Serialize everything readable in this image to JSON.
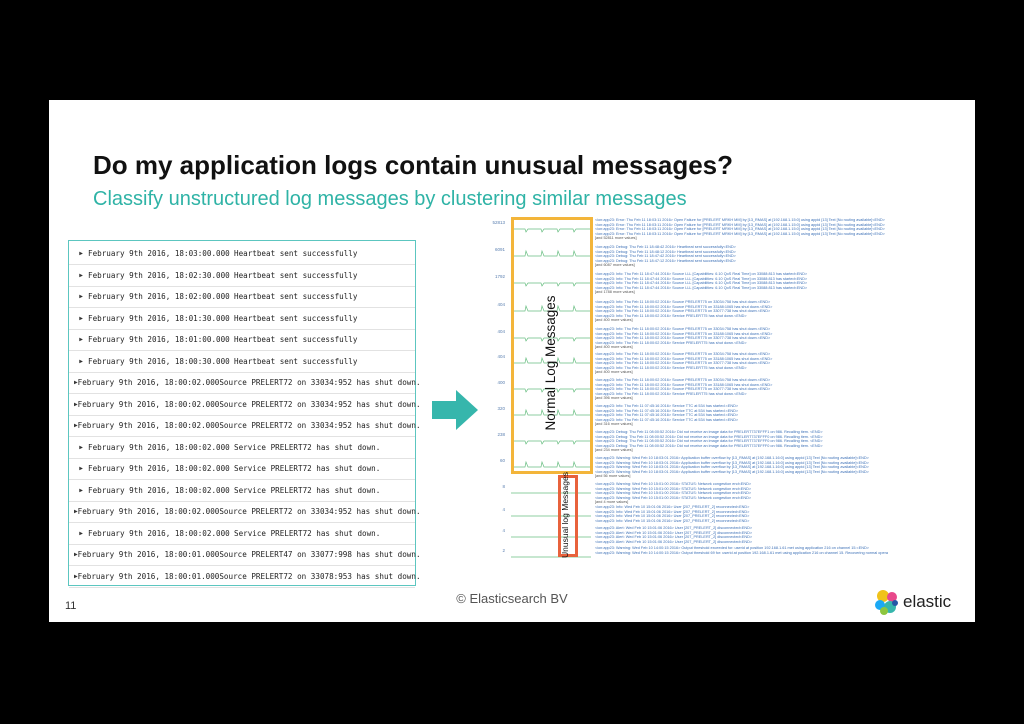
{
  "title": "Do my application logs contain unusual messages?",
  "subtitle": "Classify unstructured log messages by clustering similar messages",
  "logs": [
    {
      "ts": "February 9th 2016, 18:03:00.000",
      "msg": "Heartbeat sent successfully"
    },
    {
      "ts": "February 9th 2016, 18:02:30.000",
      "msg": "Heartbeat sent successfully"
    },
    {
      "ts": "February 9th 2016, 18:02:00.000",
      "msg": "Heartbeat sent successfully"
    },
    {
      "ts": "February 9th 2016, 18:01:30.000",
      "msg": "Heartbeat sent successfully"
    },
    {
      "ts": "February 9th 2016, 18:01:00.000",
      "msg": "Heartbeat sent successfully"
    },
    {
      "ts": "February 9th 2016, 18:00:30.000",
      "msg": "Heartbeat sent successfully"
    },
    {
      "ts": "February 9th 2016, 18:00:02.000",
      "msg": "Source PRELERT72 on 33034:952 has shut down."
    },
    {
      "ts": "February 9th 2016, 18:00:02.000",
      "msg": "Source PRELERT72 on 33034:952 has shut down."
    },
    {
      "ts": "February 9th 2016, 18:00:02.000",
      "msg": "Source PRELERT72 on 33034:952 has shut down."
    },
    {
      "ts": "February 9th 2016, 18:00:02.000",
      "msg": "Service PRELERT72 has shut down."
    },
    {
      "ts": "February 9th 2016, 18:00:02.000",
      "msg": "Service PRELERT72 has shut down."
    },
    {
      "ts": "February 9th 2016, 18:00:02.000",
      "msg": "Service PRELERT72 has shut down."
    },
    {
      "ts": "February 9th 2016, 18:00:02.000",
      "msg": "Source PRELERT72 on 33034:952 has shut down."
    },
    {
      "ts": "February 9th 2016, 18:00:02.000",
      "msg": "Service PRELERT72 has shut down."
    },
    {
      "ts": "February 9th 2016, 18:00:01.000",
      "msg": "Source PRELERT47 on 33077:998 has shut down."
    },
    {
      "ts": "February 9th 2016, 18:00:01.000",
      "msg": "Source PRELERT72 on 33078:953 has shut down."
    }
  ],
  "labels": {
    "normal": "Normal Log Messages",
    "unusual": "Unusual log Messages"
  },
  "clusters": [
    {
      "count": "52813",
      "lines": [
        "<ion:app23: Error: Thu Feb 11 18:03:11 2016> Open Failure for [PRELERT MRKH MM] by [13_RMAS] at [192.168.1.15:0] using appid [13] Text [No routing available]<END>",
        "<ion:app23: Error: Thu Feb 11 18:03:11 2016> Open Failure for [PRELERT MRKH MM] by [13_RMAS] at [192.168.1.15:0] using appid [13] Text [No routing available]<END>",
        "<ion:app23: Error: Thu Feb 11 18:03:11 2016> Open Failure for [PRELERT MRKH MM] by [13_RMAS] at [192.168.1.15:0] using appid [13] Text [No routing available]<END>",
        "<ion:app23: Error: Thu Feb 11 18:03:11 2016> Open Failure for [PRELERT MRKH MM] by [13_RMAS] at [192.168.1.15:0] using appid [13] Text [No routing available]<END>"
      ],
      "more": "[and 52811 more values]"
    },
    {
      "count": "6091",
      "lines": [
        "<ion:app23: Debug: Thu Feb 11 18:48:42 2016> Heartbeat sent successfully<END>",
        "<ion:app23: Debug: Thu Feb 11 18:48:12 2016> Heartbeat sent successfully<END>",
        "<ion:app23: Debug: Thu Feb 11 18:47:42 2016> Heartbeat sent successfully<END>",
        "<ion:app23: Debug: Thu Feb 11 18:47:12 2016> Heartbeat sent successfully<END>"
      ],
      "more": "[and 6087 more values]"
    },
    {
      "count": "1792",
      "lines": [
        "<ion:app23: Info: Thu Feb 11 18:47:44 2016> Source LLL [Capabilities: 6.10 QoS Real Time] on 33088:813 has started<END>",
        "<ion:app23: Info: Thu Feb 11 18:47:44 2016> Source LLL [Capabilities: 6.10 QoS Real Time] on 33088:813 has started<END>",
        "<ion:app23: Info: Thu Feb 11 18:47:44 2016> Source LLL [Capabilities: 6.10 QoS Real Time] on 33088:813 has started<END>",
        "<ion:app23: Info: Thu Feb 11 18:47:44 2016> Source LLL [Capabilities: 6.10 QoS Real Time] on 33088:813 has started<END>"
      ],
      "more": "[and 1788 more values]"
    },
    {
      "count": "404",
      "lines": [
        "<ion:app23: Info: Thu Feb 11 18:00:02 2016> Source PRELERT75 on 33034:758 has shut down.<END>",
        "<ion:app23: Info: Thu Feb 11 18:00:02 2016> Source PRELERT75 on 33188:1065 has shut down.<END>",
        "<ion:app23: Info: Thu Feb 11 18:00:02 2016> Source PRELERT75 on 33077:738 has shut down.<END>",
        "<ion:app23: Info: Thu Feb 11 18:00:02 2016> Service PRELERT75 has shut down.<END>"
      ],
      "more": "[and 400 more values]"
    },
    {
      "count": "404",
      "lines": [
        "<ion:app23: Info: Thu Feb 11 18:00:02 2016> Source PRELERT75 on 33034:758 has shut down.<END>",
        "<ion:app23: Info: Thu Feb 11 18:00:02 2016> Source PRELERT75 on 33188:1065 has shut down.<END>",
        "<ion:app23: Info: Thu Feb 11 18:00:02 2016> Source PRELERT75 on 33077:738 has shut down.<END>",
        "<ion:app23: Info: Thu Feb 11 18:00:02 2016> Service PRELERT75 has shut down.<END>"
      ],
      "more": "[and 400 more values]"
    },
    {
      "count": "404",
      "lines": [
        "<ion:app23: Info: Thu Feb 11 18:00:02 2016> Source PRELERT75 on 33034:758 has shut down.<END>",
        "<ion:app23: Info: Thu Feb 11 18:00:02 2016> Source PRELERT75 on 33188:1065 has shut down.<END>",
        "<ion:app23: Info: Thu Feb 11 18:00:02 2016> Source PRELERT75 on 33077:738 has shut down.<END>",
        "<ion:app23: Info: Thu Feb 11 18:00:02 2016> Service PRELERT75 has shut down.<END>"
      ],
      "more": "[and 400 more values]"
    },
    {
      "count": "400",
      "lines": [
        "<ion:app23: Info: Thu Feb 11 18:00:02 2016> Source PRELERT75 on 33034:758 has shut down.<END>",
        "<ion:app23: Info: Thu Feb 11 18:00:02 2016> Source PRELERT75 on 33188:1065 has shut down.<END>",
        "<ion:app23: Info: Thu Feb 11 18:00:02 2016> Source PRELERT75 on 33077:738 has shut down.<END>",
        "<ion:app23: Info: Thu Feb 11 18:00:02 2016> Service PRELERT75 has shut down.<END>"
      ],
      "more": "[and 396 more values]"
    },
    {
      "count": "320",
      "lines": [
        "<ion:app23: Info: Thu Feb 11 07:45:16 2016> Service TTC at 534 has started.<END>",
        "<ion:app23: Info: Thu Feb 11 07:45:16 2016> Service TTC at 534 has started.<END>",
        "<ion:app23: Info: Thu Feb 11 07:45:16 2016> Service TTC at 534 has started.<END>",
        "<ion:app23: Info: Thu Feb 11 07:45:16 2016> Service TTC at 534 has started.<END>"
      ],
      "more": "[and 316 more values]"
    },
    {
      "count": "238",
      "lines": [
        "<ion:app23: Debug: Thu Feb 11 08:00:52 2016> Did not receive an image data for PRELERT737EFFF1 on 986. Recalling item. <END>",
        "<ion:app23: Debug: Thu Feb 11 08:00:52 2016> Did not receive an image data for PRELERT737EFFF0 on 986. Recalling item. <END>",
        "<ion:app23: Debug: Thu Feb 11 08:00:52 2016> Did not receive an image data for PRELERT737EFFF0 on 986. Recalling item. <END>",
        "<ion:app23: Debug: Thu Feb 11 08:00:52 2016> Did not receive an image data for PRELERT737EFFF0 on 986. Recalling item. <END>"
      ],
      "more": "[and 234 more values]"
    },
    {
      "count": "60",
      "lines": [
        "<ion:app23: Warning: Wed Feb 10 18:03:01 2016> Application buffer overflow by [13_RMAS] at [192.168.1.16:0] using appid [13] Text [No routing available]<END>",
        "<ion:app23: Warning: Wed Feb 10 18:03:01 2016> Application buffer overflow by [13_RMAS] at [192.168.1.16:0] using appid [13] Text [No routing available]<END>",
        "<ion:app23: Warning: Wed Feb 10 18:03:01 2016> Application buffer overflow by [13_RMAS] at [192.168.1.16:0] using appid [13] Text [No routing available]<END>",
        "<ion:app23: Warning: Wed Feb 10 18:03:01 2016> Application buffer overflow by [13_RMAS] at [192.168.1.16:0] using appid [13] Text [No routing available]<END>"
      ],
      "more": "[and 56 more values]"
    },
    {
      "count": "8",
      "lines": [
        "<ion:app23: Warning: Wed Feb 10 15:01:00 2016> STATUS: Network congestion end<END>",
        "<ion:app23: Warning: Wed Feb 10 15:01:00 2016> STATUS: Network congestion end<END>",
        "<ion:app23: Warning: Wed Feb 10 15:01:00 2016> STATUS: Network congestion end<END>",
        "<ion:app23: Warning: Wed Feb 10 15:01:00 2016> STATUS: Network congestion end<END>"
      ],
      "more": "[and 4 more values]"
    },
    {
      "count": "4",
      "lines": [
        "<ion:app23: Info: Wed Feb 10 15:01:06 2016> User [207_PRELERT_2] reconnected<END>",
        "<ion:app23: Info: Wed Feb 10 15:01:06 2016> User [207_PRELERT_2] reconnected<END>",
        "<ion:app23: Info: Wed Feb 10 15:01:06 2016> User [207_PRELERT_2] reconnected<END>",
        "<ion:app23: Info: Wed Feb 10 15:01:06 2016> User [207_PRELERT_2] reconnected<END>"
      ],
      "more": ""
    },
    {
      "count": "4",
      "lines": [
        "<ion:app23: Alert: Wed Feb 10 15:01:06 2016> User [207_PRELERT_2] disconnected<END>",
        "<ion:app23: Alert: Wed Feb 10 15:01:06 2016> User [207_PRELERT_2] disconnected<END>",
        "<ion:app23: Alert: Wed Feb 10 15:01:06 2016> User [207_PRELERT_2] disconnected<END>",
        "<ion:app23: Alert: Wed Feb 10 15:01:06 2016> User [207_PRELERT_2] disconnected<END>"
      ],
      "more": ""
    },
    {
      "count": "2",
      "lines": [
        "<ion:app23: Warning: Wed Feb 10 14:00:15 2016> Output threshold exceeded for: userid at position 192.168.1.61 met using application 216 on channel 15.<END>",
        "<ion:app23: Warning: Wed Feb 10 14:00:15 2016> Output threshold 69 for: userid at position 192.168.1.61 met using application 216 on channel 15. Recovering normal opera"
      ],
      "more": ""
    }
  ],
  "footer": "© Elasticsearch BV",
  "page_number": "11",
  "logo": {
    "text": "elastic"
  },
  "colors": {
    "accent": "#2fb3a6",
    "normal_box": "#f3b53a",
    "unusual_box": "#e8623c",
    "arrow": "#36b6ac",
    "sparkline": "#6abf83"
  }
}
